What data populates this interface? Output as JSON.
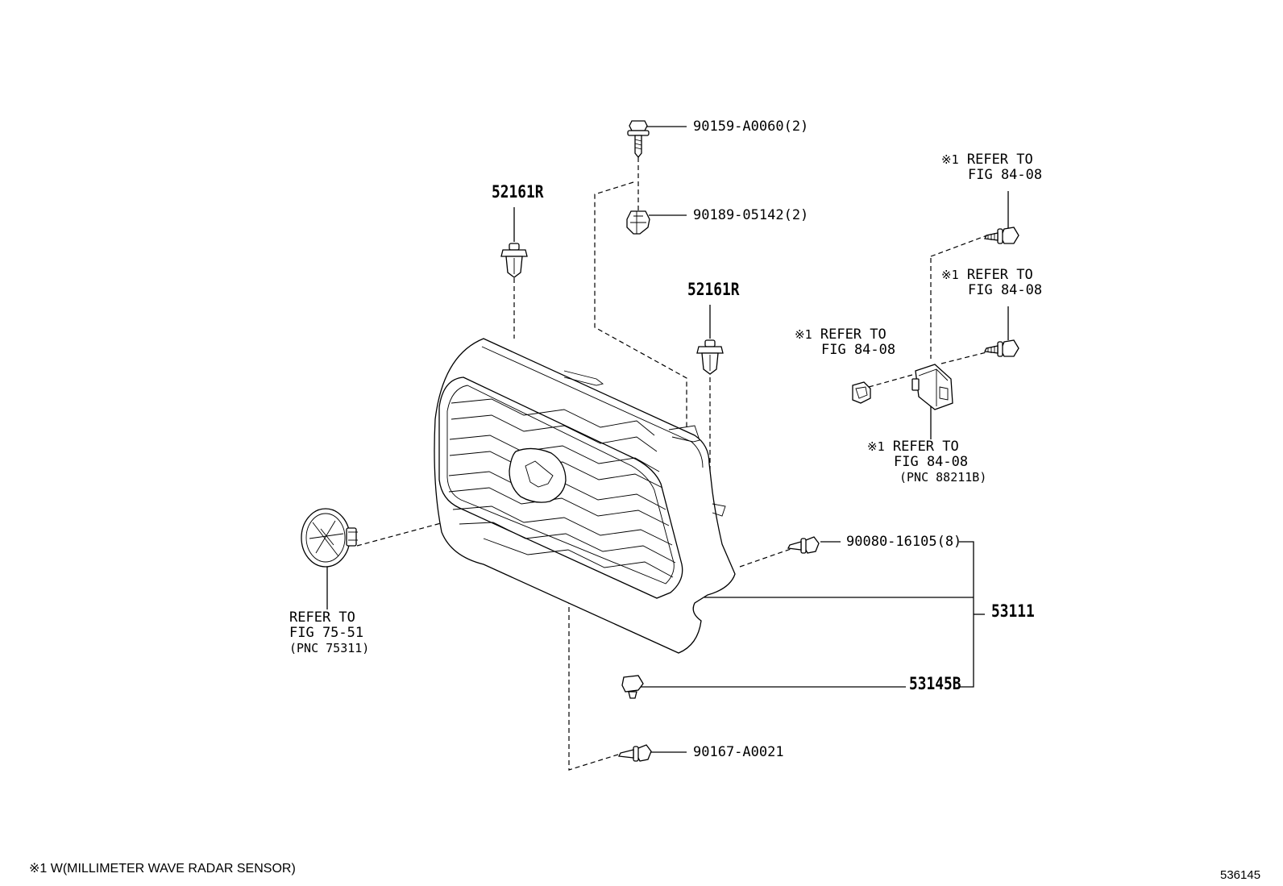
{
  "parts": {
    "bolt_top": "90159-A0060(2)",
    "nut_top": "90189-05142(2)",
    "clip_left": "52161R",
    "clip_right": "52161R",
    "screw_right": "90080-16105(8)",
    "grille_assembly": "53111",
    "clip_bottom": "53145B",
    "screw_bottom": "90167-A0021"
  },
  "refs": {
    "ref1": {
      "mark": "※1",
      "line1": "REFER TO",
      "line2": "FIG 84-08"
    },
    "ref2": {
      "mark": "※1",
      "line1": "REFER TO",
      "line2": "FIG 84-08"
    },
    "ref3": {
      "mark": "※1",
      "line1": "REFER TO",
      "line2": "FIG 84-08"
    },
    "ref4": {
      "mark": "※1",
      "line1": "REFER TO",
      "line2": "FIG 84-08",
      "line3": "(PNC 88211B)"
    },
    "emblem": {
      "line1": "REFER TO",
      "line2": "FIG 75-51",
      "line3": "(PNC 75311)"
    }
  },
  "footnote": "※1  W(MILLIMETER WAVE RADAR SENSOR)",
  "figure_number": "536145"
}
